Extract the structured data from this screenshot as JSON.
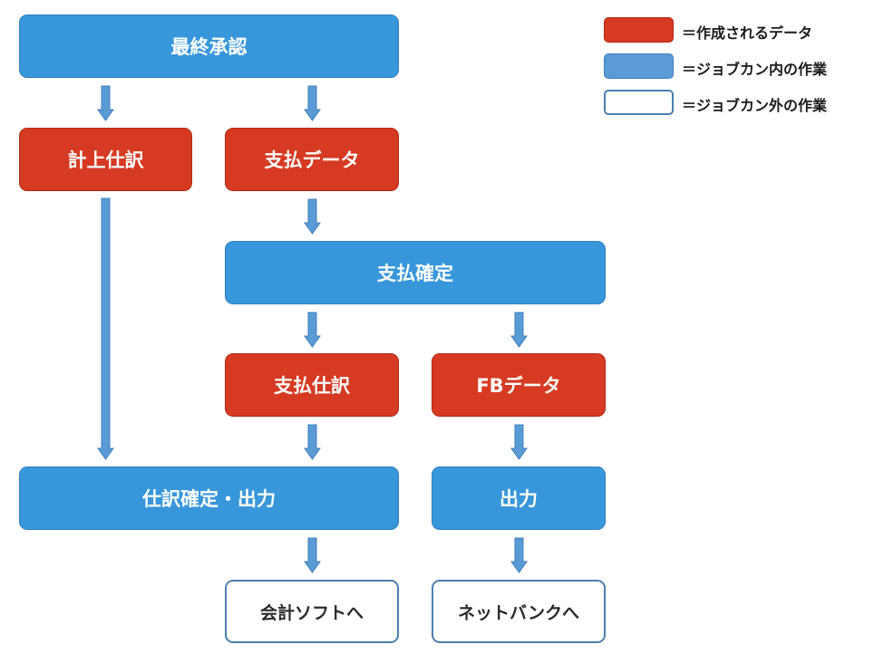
{
  "nodes": {
    "final_approval": "最終承認",
    "accrual_journal": "計上仕訳",
    "payment_data": "支払データ",
    "payment_confirm": "支払確定",
    "payment_journal": "支払仕訳",
    "fb_data": "FBデータ",
    "journal_confirm_output": "仕訳確定・出力",
    "output": "出力",
    "to_accounting_software": "会計ソフトへ",
    "to_net_bank": "ネットバンクへ"
  },
  "legend": {
    "items": [
      {
        "label": "＝作成されるデータ",
        "color": "#d63a22"
      },
      {
        "label": "＝ジョブカン内の作業",
        "color": "#5b9bd5"
      },
      {
        "label": "＝ジョブカン外の作業",
        "color": "#ffffff"
      }
    ]
  },
  "colors": {
    "task_blue": "#3897db",
    "data_red": "#d63a22",
    "arrow_blue": "#5b9bd5",
    "external_border": "#4a7fb0"
  }
}
